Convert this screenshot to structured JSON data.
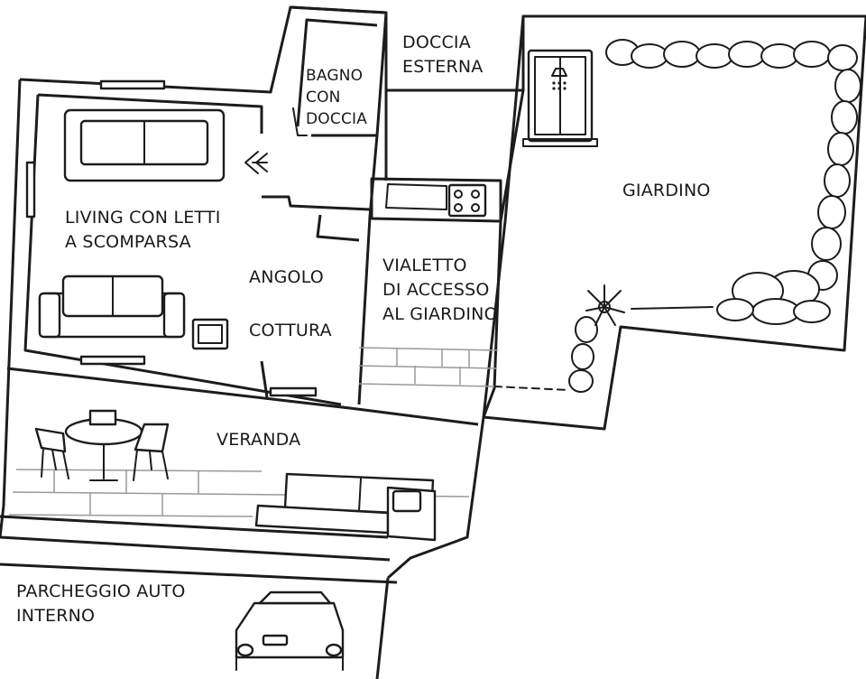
{
  "rooms": {
    "bagno": [
      "BAGNO",
      "CON",
      "DOCCIA"
    ],
    "doccia_esterna": [
      "DOCCIA",
      "ESTERNA"
    ],
    "giardino": "GIARDINO",
    "living": [
      "LIVING CON LETTI",
      "A SCOMPARSA"
    ],
    "angolo_cottura": [
      "ANGOLO",
      "COTTURA"
    ],
    "vialetto": [
      "VIALETTO",
      "DI ACCESSO",
      "AL GIARDINO"
    ],
    "veranda": "VERANDA",
    "parcheggio": [
      "PARCHEGGIO AUTO",
      "INTERNO"
    ]
  }
}
